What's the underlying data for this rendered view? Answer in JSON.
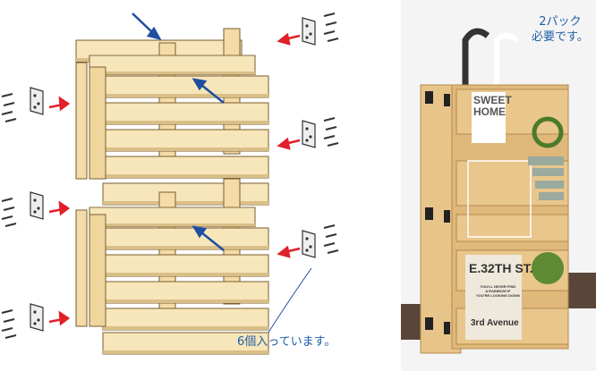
{
  "captions": {
    "pack_line1": "2パック",
    "pack_line2": "必要です。",
    "count": "6個入っています。"
  },
  "photo_signs": {
    "sweet": "SWEET",
    "home": "HOME",
    "street": "E.32TH ST.",
    "quote_line1": "YOU'LL NEVER FIND",
    "quote_line2": "A RAINBOW IF",
    "quote_line3": "YOU'RE LOOKING DOWN",
    "avenue": "3rd Avenue"
  },
  "colors": {
    "wood": "#f6e3b4",
    "wood_edge": "#8a6a3a",
    "arrow_red": "#e0202a",
    "arrow_blue": "#1f4ea0",
    "caption_blue": "#1f5fa8"
  }
}
